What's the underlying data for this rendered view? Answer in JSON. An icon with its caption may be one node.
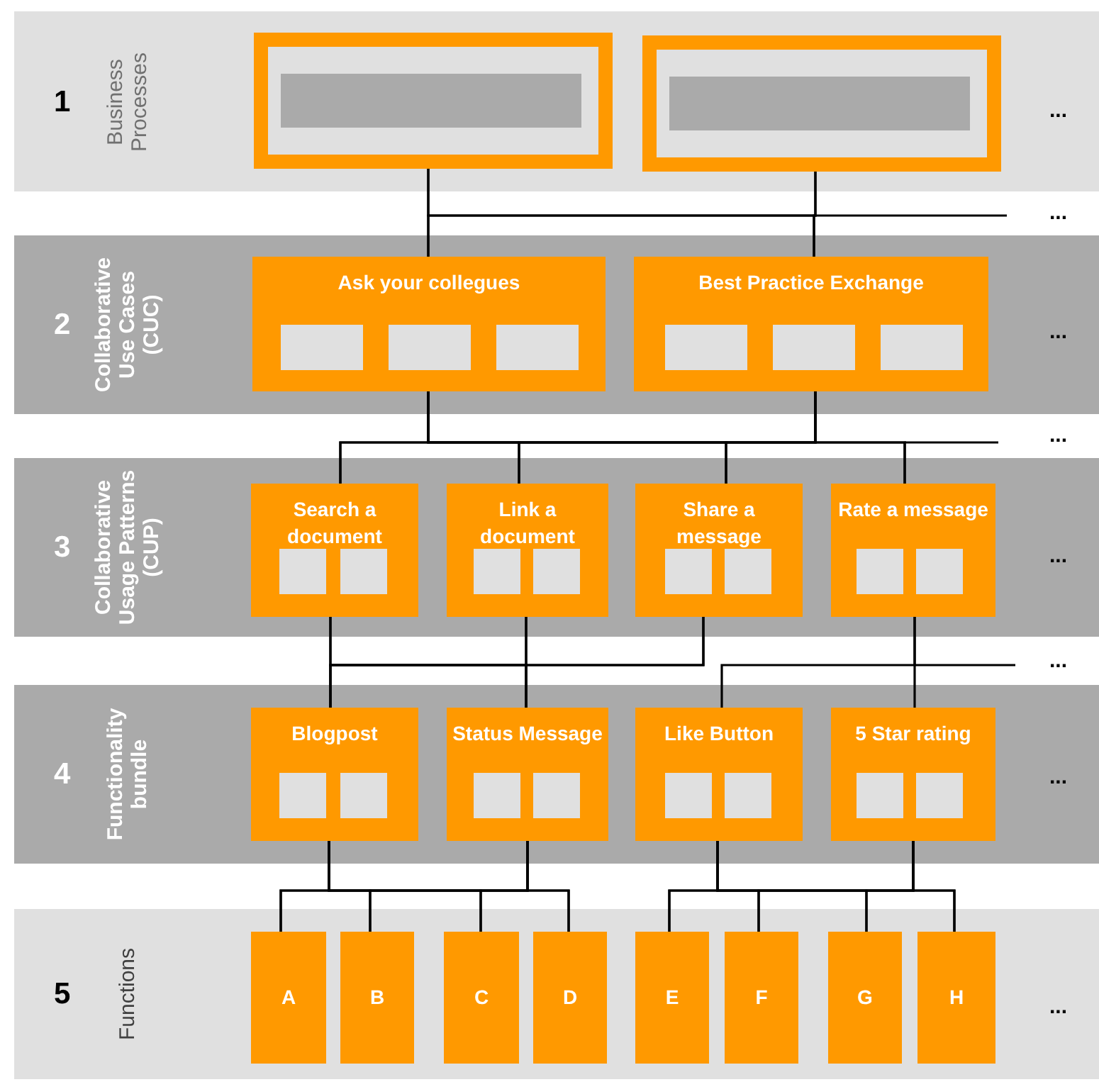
{
  "diagram": {
    "nodes": [
      {
        "text": [
          "1",
          "Business Processes"
        ]
      },
      {
        "text": [],
        "shape": "box",
        "in": 0
      },
      {
        "text": [],
        "shape": "bar",
        "in": 1
      },
      {
        "text": [],
        "shape": "box",
        "in": 0
      },
      {
        "text": [],
        "shape": "bar",
        "in": 3
      },
      {
        "text": [
          "2",
          "Collaborative Use Cases (CUC)"
        ]
      },
      {
        "text": [
          "Ask your collegues"
        ],
        "in": 5
      },
      {
        "text": [],
        "shape": "box",
        "in": 6
      },
      {
        "text": [],
        "shape": "box",
        "in": 6
      },
      {
        "text": [],
        "shape": "box",
        "in": 6
      },
      {
        "text": [
          "Best Practice Exchange"
        ],
        "in": 5
      },
      {
        "text": [],
        "shape": "box",
        "in": 10
      },
      {
        "text": [],
        "shape": "box",
        "in": 10
      },
      {
        "text": [],
        "shape": "box",
        "in": 10
      },
      {
        "text": [
          "3",
          "Collaborative Usage Patterns (CUP)"
        ]
      },
      {
        "text": [
          "Search a document"
        ],
        "in": 14
      },
      {
        "text": [],
        "shape": "box",
        "in": 15
      },
      {
        "text": [],
        "shape": "box",
        "in": 15
      },
      {
        "text": [
          "Link a document"
        ],
        "in": 14
      },
      {
        "text": [],
        "shape": "box",
        "in": 18
      },
      {
        "text": [],
        "shape": "box",
        "in": 18
      },
      {
        "text": [
          "Share a message"
        ],
        "in": 14
      },
      {
        "text": [],
        "shape": "box",
        "in": 21
      },
      {
        "text": [],
        "shape": "box",
        "in": 21
      },
      {
        "text": [
          "Rate a message"
        ],
        "in": 14
      },
      {
        "text": [],
        "shape": "box",
        "in": 24
      },
      {
        "text": [],
        "shape": "box",
        "in": 24
      },
      {
        "text": [
          "4",
          "Functionality bundle"
        ]
      },
      {
        "text": [
          "Blogpost"
        ],
        "in": 27
      },
      {
        "text": [],
        "shape": "box",
        "in": 28
      },
      {
        "text": [],
        "shape": "box",
        "in": 28
      },
      {
        "text": [
          "Status Message"
        ],
        "in": 27
      },
      {
        "text": [],
        "shape": "box",
        "in": 31
      },
      {
        "text": [],
        "shape": "box",
        "in": 31
      },
      {
        "text": [
          "Like Button"
        ],
        "in": 27
      },
      {
        "text": [],
        "shape": "box",
        "in": 34
      },
      {
        "text": [],
        "shape": "box",
        "in": 34
      },
      {
        "text": [
          "5 Star rating"
        ],
        "in": 27
      },
      {
        "text": [],
        "shape": "box",
        "in": 37
      },
      {
        "text": [],
        "shape": "box",
        "in": 37
      },
      {
        "text": [
          "5",
          "Functions"
        ]
      },
      {
        "text": [
          "A"
        ],
        "in": 40
      },
      {
        "text": [
          "B"
        ],
        "in": 40
      },
      {
        "text": [
          "C"
        ],
        "in": 40
      },
      {
        "text": [
          "D"
        ],
        "in": 40
      },
      {
        "text": [
          "E"
        ],
        "in": 40
      },
      {
        "text": [
          "F"
        ],
        "in": 40
      },
      {
        "text": [
          "G"
        ],
        "in": 40
      },
      {
        "text": [
          "H"
        ],
        "in": 40
      }
    ],
    "edges": [
      {
        "from": 1,
        "to": 6,
        "arrow": "none"
      },
      {
        "from": 1,
        "to": 10,
        "arrow": "none"
      },
      {
        "from": 3,
        "to": 6,
        "arrow": "none"
      },
      {
        "from": 3,
        "to": 10,
        "arrow": "none"
      },
      {
        "from": 6,
        "to": 15,
        "arrow": "none"
      },
      {
        "from": 6,
        "to": 18,
        "arrow": "none"
      },
      {
        "from": 6,
        "to": 21,
        "arrow": "none"
      },
      {
        "from": 6,
        "to": 24,
        "arrow": "none"
      },
      {
        "from": 10,
        "to": 15,
        "arrow": "none"
      },
      {
        "from": 10,
        "to": 18,
        "arrow": "none"
      },
      {
        "from": 10,
        "to": 21,
        "arrow": "none"
      },
      {
        "from": 10,
        "to": 24,
        "arrow": "none"
      },
      {
        "from": 15,
        "to": 28,
        "arrow": "none"
      },
      {
        "from": 15,
        "to": 31,
        "arrow": "none"
      },
      {
        "from": 18,
        "to": 28,
        "arrow": "none"
      },
      {
        "from": 18,
        "to": 31,
        "arrow": "none"
      },
      {
        "from": 21,
        "to": 28,
        "arrow": "none"
      },
      {
        "from": 21,
        "to": 31,
        "arrow": "none"
      },
      {
        "from": 24,
        "to": 34,
        "arrow": "none"
      },
      {
        "from": 24,
        "to": 37,
        "arrow": "none"
      },
      {
        "from": 28,
        "to": 41,
        "arrow": "none"
      },
      {
        "from": 28,
        "to": 42,
        "arrow": "none"
      },
      {
        "from": 28,
        "to": 43,
        "arrow": "none"
      },
      {
        "from": 28,
        "to": 44,
        "arrow": "none"
      },
      {
        "from": 31,
        "to": 41,
        "arrow": "none"
      },
      {
        "from": 31,
        "to": 42,
        "arrow": "none"
      },
      {
        "from": 31,
        "to": 43,
        "arrow": "none"
      },
      {
        "from": 31,
        "to": 44,
        "arrow": "none"
      },
      {
        "from": 34,
        "to": 45,
        "arrow": "none"
      },
      {
        "from": 34,
        "to": 46,
        "arrow": "none"
      },
      {
        "from": 34,
        "to": 47,
        "arrow": "none"
      },
      {
        "from": 34,
        "to": 48,
        "arrow": "none"
      },
      {
        "from": 37,
        "to": 45,
        "arrow": "none"
      },
      {
        "from": 37,
        "to": 46,
        "arrow": "none"
      },
      {
        "from": 37,
        "to": 47,
        "arrow": "none"
      },
      {
        "from": 37,
        "to": 48,
        "arrow": "none"
      }
    ],
    "labels": [
      "...",
      "...",
      "...",
      "...",
      "...",
      "...",
      "...",
      "..."
    ]
  }
}
